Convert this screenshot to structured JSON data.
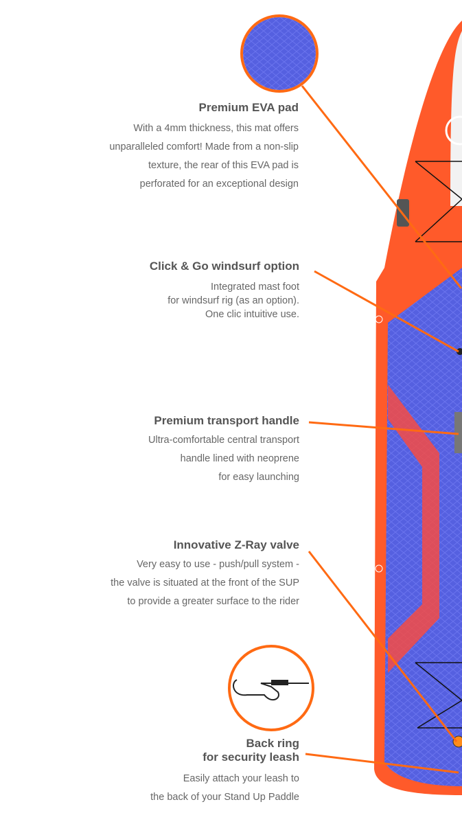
{
  "accent_color": "#ff6a13",
  "board_colors": {
    "rail": "#ff5a2a",
    "deck": "#5560e0"
  },
  "features": [
    {
      "title": "Premium EVA pad",
      "lines": [
        "With a 4mm thickness, this mat offers",
        "unparalleled comfort! Made from a non-slip",
        "texture, the rear of this EVA pad is",
        "perforated for an exceptional design"
      ]
    },
    {
      "title": "Click & Go windsurf option",
      "lines": [
        "Integrated mast foot",
        "for windsurf rig (as an option).",
        "One clic intuitive use."
      ]
    },
    {
      "title": "Premium transport handle",
      "lines": [
        "Ultra-comfortable central transport",
        "handle lined with neoprene",
        "for easy launching"
      ]
    },
    {
      "title": "Innovative Z-Ray valve",
      "lines": [
        "Very easy to use - push/pull system -",
        "the valve is situated at the front of the SUP",
        "to provide a greater surface to the rider"
      ]
    },
    {
      "title_lines": [
        "Back ring",
        "for security leash"
      ],
      "lines": [
        "Easily attach your leash to",
        "the back of your Stand Up Paddle"
      ]
    }
  ]
}
